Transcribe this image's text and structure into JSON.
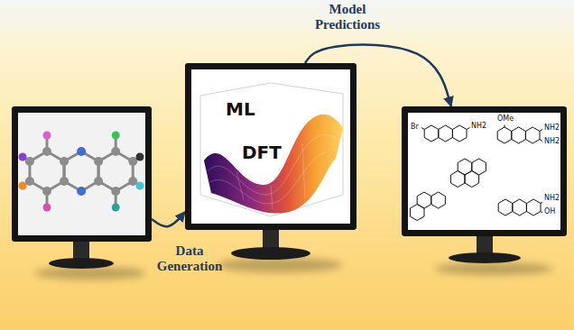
{
  "diagram": {
    "nodes": [
      {
        "text": []
      },
      {
        "text": [
          "ML",
          "DFT"
        ]
      },
      {
        "text": [
          "Br",
          "NH2",
          "OMe",
          "NH2",
          "NH2",
          "NH2",
          "OH"
        ]
      }
    ],
    "edges": [
      {
        "from": 0,
        "to": 1,
        "arrow": "to",
        "label": "Data Generation"
      },
      {
        "from": 1,
        "to": 2,
        "arrow": "to",
        "label": "Model Predictions"
      }
    ]
  }
}
